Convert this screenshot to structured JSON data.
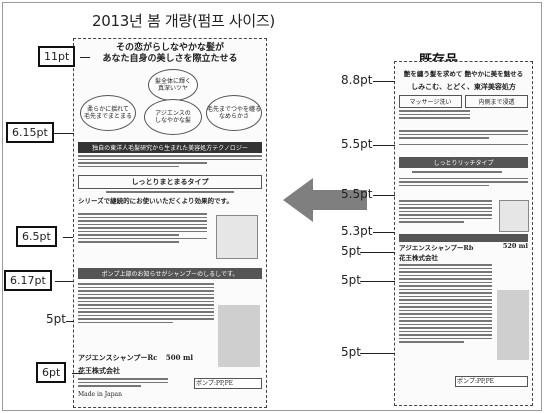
{
  "title": "2013년 봄 개량(펌프 사이즈)",
  "right_heading": "既存品",
  "left_labels": [
    "11pt",
    "6.15pt",
    "6.5pt",
    "6.17pt",
    "5pt",
    "6pt"
  ],
  "right_labels": [
    "8.8pt",
    "5.5pt",
    "5.5pt",
    "5.3pt",
    "5pt",
    "5pt",
    "5pt"
  ],
  "left_panel": {
    "headline": "その恋がらしなやかな髪が\nあなた自身の美しさを際立たせる",
    "circle_top": "髪全体に輝く\n真深いツヤ",
    "circle_mid": "アジエンスの\nしなやかな髪",
    "circle_left": "柔らかに揺れて\n毛先までまとまる",
    "circle_right": "毛先までつやを纏る\nなめらかさ",
    "band": "独自の東洋人毛髪研究から生まれた美容処方テクノロジー",
    "type_title": "しっとりまとまるタイプ",
    "series": "シリーズで継続的にお使いいただくより効果的です。",
    "usage_bar": "ポンプ上部のお知らせがシャンプーのしるしです。",
    "product": "アジエンスシャンプーRc",
    "volume": "500 ml",
    "maker": "花王株式会社",
    "made": "Made in Japan",
    "pump": "ポンプ:PP,PE"
  },
  "right_panel": {
    "headline": "艶を纏う髪を求めて 艶やかに美を魅せる",
    "subline": "しみこむ、とどく、東洋美容処方",
    "box1": "マッサージ洗い",
    "box2": "内側まで浸透",
    "type_title": "しっとりリッチタイプ",
    "product": "アジエンスシャンプーRb",
    "volume": "520 ml",
    "maker": "花王株式会社",
    "pump": "ポンプ:PP,PE"
  },
  "colors": {
    "label_box_border": "#111111",
    "arrow": "#7f7f7f"
  }
}
